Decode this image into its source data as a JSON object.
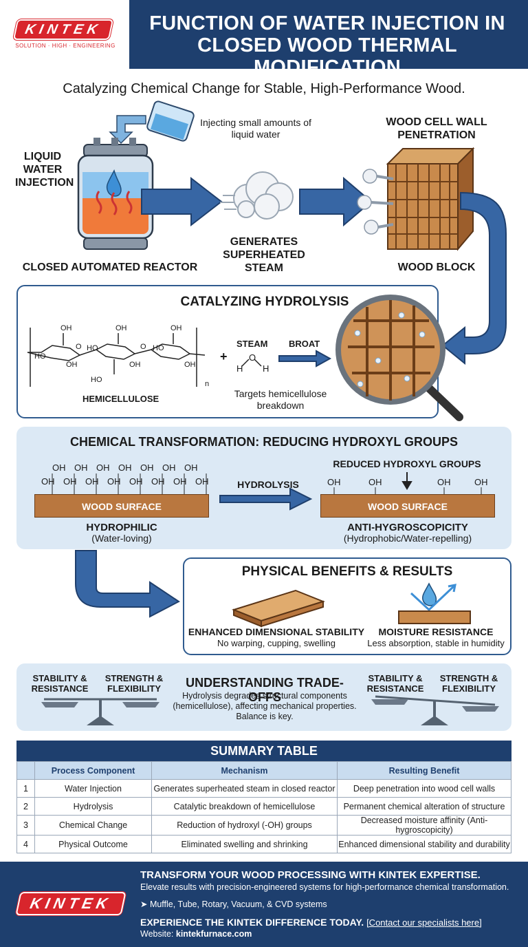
{
  "brand": {
    "name": "KINTEK",
    "tagline": "SOLUTION · HIGH · ENGINEERING"
  },
  "header": {
    "title": "FUNCTION OF WATER INJECTION IN CLOSED WOOD THERMAL MODIFICATION"
  },
  "subtitle": "Catalyzing Chemical Change for Stable, High-Performance Wood.",
  "process": {
    "water_label": "LIQUID WATER INJECTION",
    "injecting_note": "Injecting small amounts of liquid water",
    "reactor_label": "CLOSED AUTOMATED REACTOR",
    "steam_label": "GENERATES SUPERHEATED STEAM",
    "penetration_label": "WOOD CELL WALL PENETRATION",
    "wood_block_label": "WOOD BLOCK"
  },
  "hydrolysis": {
    "title": "CATALYZING HYDROLYSIS",
    "molecule_label": "HEMICELLULOSE",
    "subscript": "n",
    "oh": "OH",
    "ho": "HO",
    "o": "O",
    "h": "H",
    "plus": "+",
    "steam_label": "STEAM",
    "arrow_label": "BROAT",
    "target_note": "Targets hemicellulose breakdown"
  },
  "chemical": {
    "title": "CHEMICAL TRANSFORMATION: REDUCING HYDROXYL GROUPS",
    "oh": "OH",
    "wood_surface": "WOOD SURFACE",
    "left_label": "HYDROPHILIC",
    "left_sub": "(Water-loving)",
    "arrow_label": "HYDROLYSIS",
    "reduced_label": "REDUCED HYDROXYL GROUPS",
    "right_label": "ANTI-HYGROSCOPICITY",
    "right_sub": "(Hydrophobic/Water-repelling)"
  },
  "benefits": {
    "title": "PHYSICAL BENEFITS & RESULTS",
    "items": [
      {
        "label": "ENHANCED DIMENSIONAL STABILITY",
        "sub": "No warping, cupping, swelling"
      },
      {
        "label": "MOISTURE RESISTANCE",
        "sub": "Less absorption, stable in humidity"
      }
    ]
  },
  "tradeoffs": {
    "title": "UNDERSTANDING TRADE-OFFS",
    "body": "Hydrolysis degrades structural components (hemicellulose), affecting mechanical properties. Balance is key.",
    "left_a": "STABILITY & RESISTANCE",
    "left_b": "STRENGTH & FLEXIBILITY",
    "right_a": "STABILITY & RESISTANCE",
    "right_b": "STRENGTH & FLEXIBILITY"
  },
  "summary": {
    "title": "SUMMARY TABLE",
    "columns": [
      "Process Component",
      "Mechanism",
      "Resulting Benefit"
    ],
    "rows": [
      {
        "n": "1",
        "component": "Water Injection",
        "mechanism": "Generates superheated steam in closed reactor",
        "benefit": "Deep penetration into wood cell walls"
      },
      {
        "n": "2",
        "component": "Hydrolysis",
        "mechanism": "Catalytic breakdown of hemicellulose",
        "benefit": "Permanent chemical alteration of structure"
      },
      {
        "n": "3",
        "component": "Chemical Change",
        "mechanism": "Reduction of hydroxyl (-OH) groups",
        "benefit": "Decreased moisture affinity (Anti-hygroscopicity)"
      },
      {
        "n": "4",
        "component": "Physical Outcome",
        "mechanism": "Eliminated swelling and shrinking",
        "benefit": "Enhanced dimensional stability and durability"
      }
    ]
  },
  "footer": {
    "headline": "TRANSFORM YOUR WOOD PROCESSING WITH KINTEK EXPERTISE.",
    "sub": "Elevate results with precision-engineered systems for high-performance chemical transformation.",
    "systems": "➤ Muffle, Tube, Rotary, Vacuum, & CVD systems",
    "cta": "EXPERIENCE THE KINTEK DIFFERENCE TODAY.",
    "contact_link": "[Contact our specialists here]",
    "website_label": "Website: ",
    "website": "kintekfurnace.com"
  },
  "colors": {
    "navy": "#1e3f6e",
    "accent_red": "#d8252c",
    "arrow_blue": "#3766a4",
    "panel_blue": "#dce9f5",
    "wood": "#b9773f"
  }
}
